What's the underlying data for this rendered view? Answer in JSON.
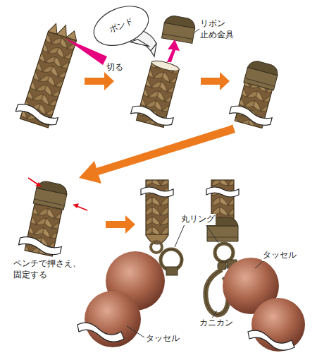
{
  "diagram": {
    "nodes": [
      {
        "text": [
          "ボンド"
        ]
      }
    ],
    "labels": [
      "リボン 止め金具",
      "切る",
      "ペンチで押さえ、 固定する",
      "丸リング",
      "タッセル",
      "カニカン",
      "タッセル"
    ]
  }
}
